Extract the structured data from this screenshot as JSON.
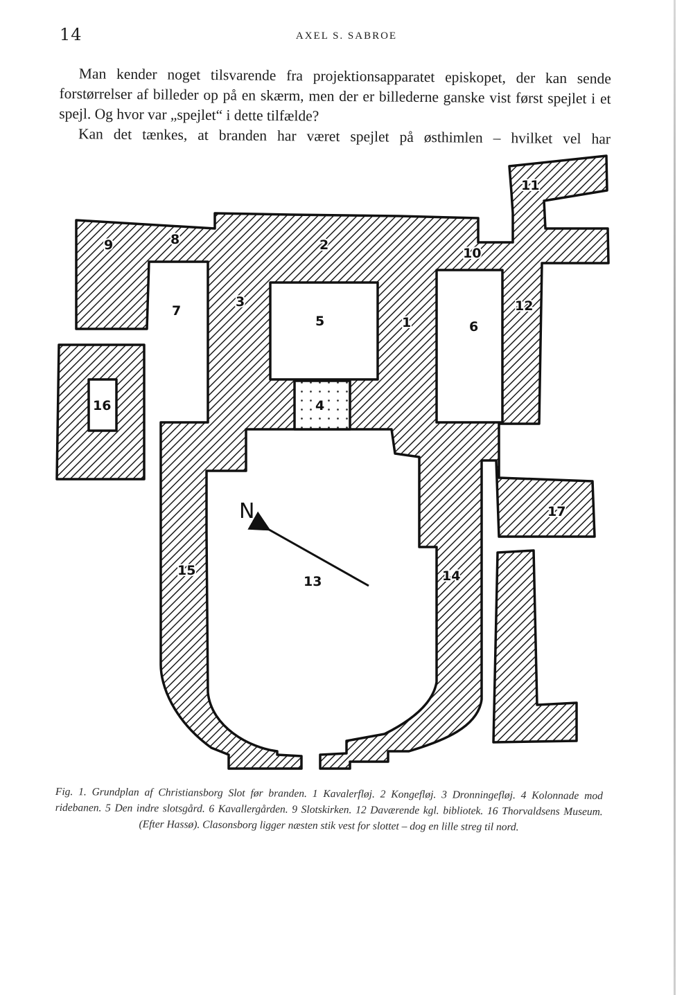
{
  "header": {
    "page_number": "14",
    "running_title": "AXEL S. SABROE"
  },
  "body": {
    "paragraph_1": "Man kender noget tilsvarende fra projektionsapparatet episkopet, der kan sende forstørrelser af billeder op på en skærm, men der er billederne ganske vist først spejlet i et spejl. Og hvor var „spejlet“ i dette tilfælde?",
    "paragraph_2": "Kan det tænkes, at branden har været spejlet på østhimlen – hvilket vel har"
  },
  "figure": {
    "labels": {
      "n1": "1",
      "n2": "2",
      "n3": "3",
      "n4": "4",
      "n5": "5",
      "n6": "6",
      "n7": "7",
      "n8": "8",
      "n9": "9",
      "n10": "10",
      "n11": "11",
      "n12": "12",
      "n13": "13",
      "n14": "14",
      "n15": "15",
      "n16": "16",
      "n17": "17"
    },
    "compass_label": "N",
    "caption": "Fig. 1. Grundplan af Christiansborg Slot før branden. 1 Kavalerfløj. 2 Kongefløj. 3 Dronningefløj. 4 Kolonnade mod ridebanen. 5 Den indre slotsgård. 6 Kavallergården. 9 Slotskirken. 12 Daværende kgl. bibliotek. 16 Thorvaldsens Museum. (Efter Hassø). Clasonsborg ligger næsten stik vest for slottet – dog en lille streg til nord."
  }
}
